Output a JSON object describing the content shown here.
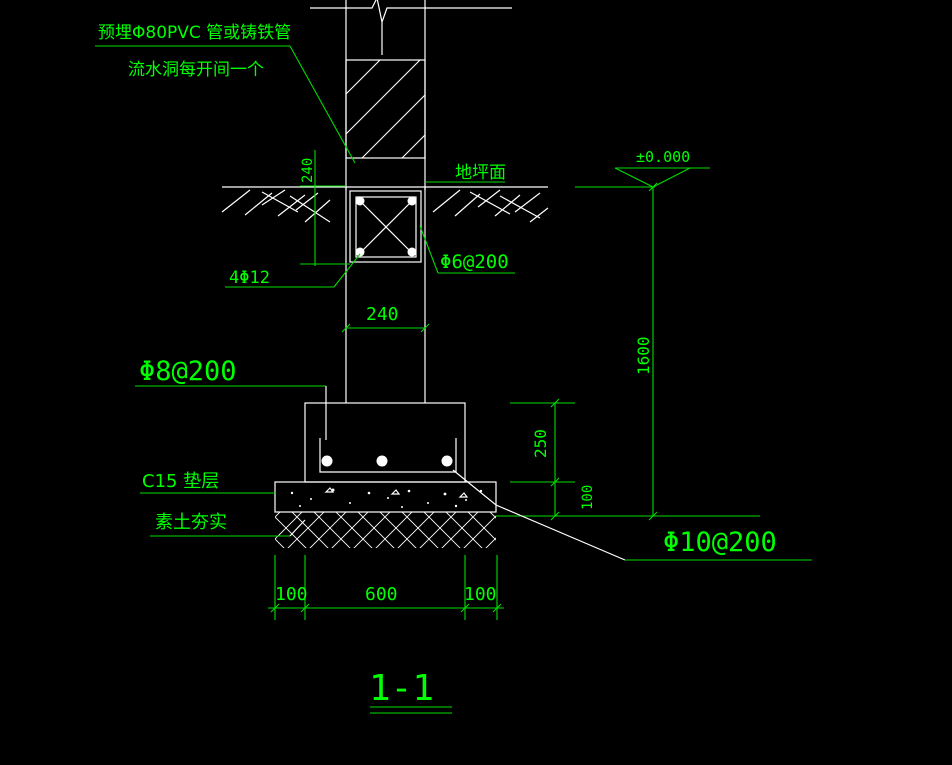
{
  "colors": {
    "background": "#000000",
    "dimension": "#00ff00",
    "outline": "#ffffff"
  },
  "notes": {
    "pipe_line1": "预埋Φ80PVC  管或铸铁管",
    "pipe_line2": "流水洞每开间一个",
    "ground": "地坪面",
    "elevation": "±0.000",
    "c15": "C15 垫层",
    "soil": "素土夯实"
  },
  "rebar": {
    "beam_main": "4Φ12",
    "beam_stirrup": "Φ6@200",
    "footing_dist": "Φ8@200",
    "footing_main": "Φ10@200"
  },
  "dims": {
    "beam_height": "240",
    "wall_width": "240",
    "depth": "1600",
    "footing_height": "250",
    "cushion": "100",
    "left": "100",
    "base": "600",
    "right": "100"
  },
  "section_label": "1-1"
}
